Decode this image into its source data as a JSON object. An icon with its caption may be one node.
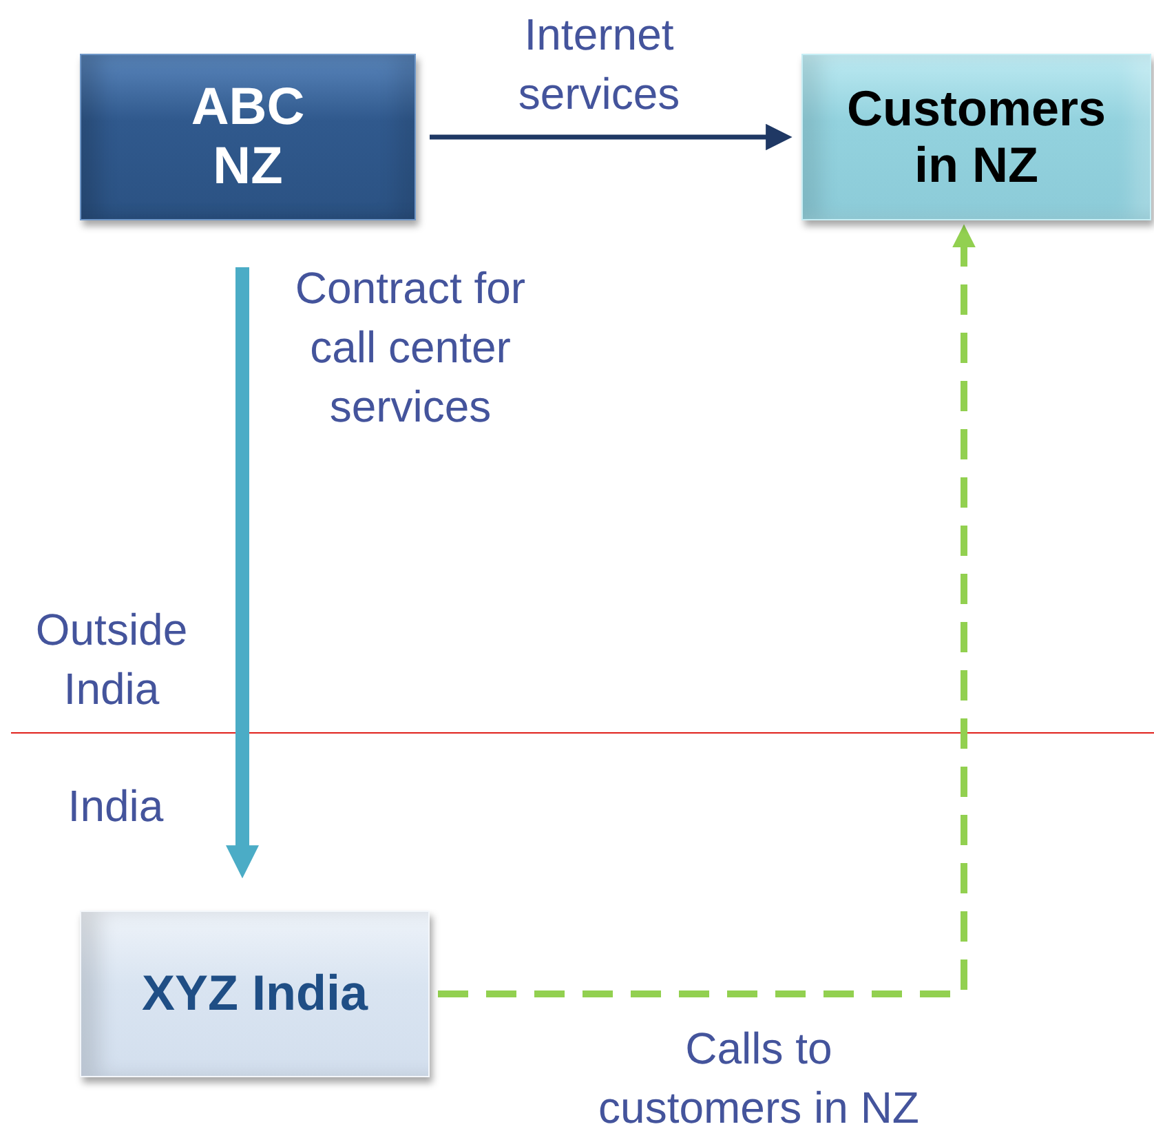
{
  "diagram": {
    "nodes": [
      {
        "text": [
          "ABC NZ"
        ]
      },
      {
        "text": [
          "Customers in NZ"
        ]
      },
      {
        "text": [
          "XYZ India"
        ]
      }
    ],
    "edges": [
      {
        "from": 0,
        "to": 1,
        "arrow": "to",
        "label": "Internet services",
        "color": "#1f3864"
      },
      {
        "from": 0,
        "to": 2,
        "arrow": "to",
        "label": "Contract for call center services",
        "style": "thick",
        "color": "#4bacc6"
      },
      {
        "from": 2,
        "to": 1,
        "arrow": "to",
        "label": "Calls to customers in NZ",
        "style": "dashed",
        "color": "#92d050"
      }
    ],
    "labels": [
      "Outside India",
      "India"
    ]
  }
}
